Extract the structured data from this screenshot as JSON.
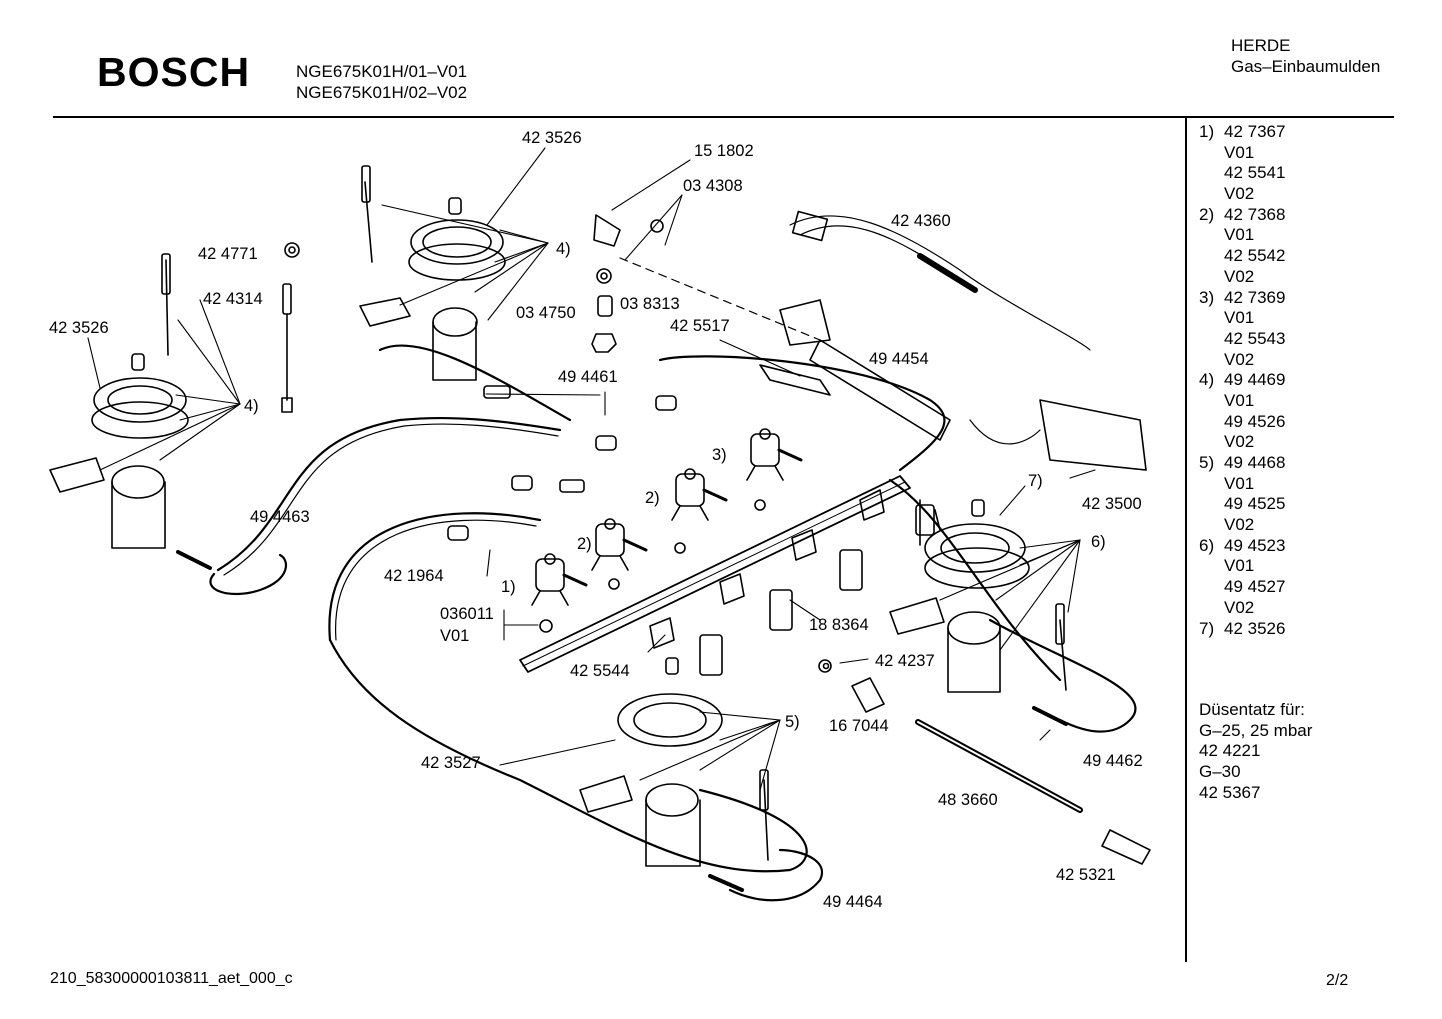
{
  "header": {
    "brand": "BOSCH",
    "model_lines": [
      "NGE675K01H/01–V01",
      "NGE675K01H/02–V02"
    ],
    "category": "HERDE",
    "subcategory": "Gas–Einbaumulden"
  },
  "legend": [
    {
      "idx": "1)",
      "text": "42 7367"
    },
    {
      "idx": "",
      "text": "V01"
    },
    {
      "idx": "",
      "text": "42 5541"
    },
    {
      "idx": "",
      "text": "V02"
    },
    {
      "idx": "2)",
      "text": "42 7368"
    },
    {
      "idx": "",
      "text": "V01"
    },
    {
      "idx": "",
      "text": "42 5542"
    },
    {
      "idx": "",
      "text": "V02"
    },
    {
      "idx": "3)",
      "text": "42 7369"
    },
    {
      "idx": "",
      "text": "V01"
    },
    {
      "idx": "",
      "text": "42 5543"
    },
    {
      "idx": "",
      "text": "V02"
    },
    {
      "idx": "4)",
      "text": "49 4469"
    },
    {
      "idx": "",
      "text": "V01"
    },
    {
      "idx": "",
      "text": "49 4526"
    },
    {
      "idx": "",
      "text": "V02"
    },
    {
      "idx": "5)",
      "text": "49 4468"
    },
    {
      "idx": "",
      "text": "V01"
    },
    {
      "idx": "",
      "text": "49 4525"
    },
    {
      "idx": "",
      "text": "V02"
    },
    {
      "idx": "6)",
      "text": "49 4523"
    },
    {
      "idx": "",
      "text": "V01"
    },
    {
      "idx": "",
      "text": "49 4527"
    },
    {
      "idx": "",
      "text": "V02"
    },
    {
      "idx": "7)",
      "text": "42 3526"
    }
  ],
  "nozzle_set": [
    "Düsentatz für:",
    "G–25, 25 mbar",
    "42 4221",
    "G–30",
    "42 5367"
  ],
  "part_labels": {
    "p423526_top": "42 3526",
    "p151802": "15 1802",
    "p034308": "03 4308",
    "p424360": "42 4360",
    "p424771": "42 4771",
    "p424314": "42 4314",
    "p423526_left": "42 3526",
    "ref4_top": "4)",
    "ref4_left": "4)",
    "p034750": "03 4750",
    "p038313": "03 8313",
    "p425517": "42 5517",
    "p494454": "49 4454",
    "p494461": "49 4461",
    "ref3": "3)",
    "ref2a": "2)",
    "ref2b": "2)",
    "p494463": "49 4463",
    "p421964": "42 1964",
    "ref1": "1)",
    "p036011": "036011",
    "v01": "V01",
    "p425544": "42 5544",
    "p188364": "18 8364",
    "p424237": "42 4237",
    "p167044": "16 7044",
    "p423527": "42 3527",
    "ref5": "5)",
    "p494464": "49 4464",
    "p483660": "48 3660",
    "p425321": "42 5321",
    "p494462": "49 4462",
    "ref6": "6)",
    "ref7": "7)",
    "p423500": "42 3500"
  },
  "footer": {
    "document_id": "210_58300000103811_aet_000_c",
    "page": "2/2"
  }
}
